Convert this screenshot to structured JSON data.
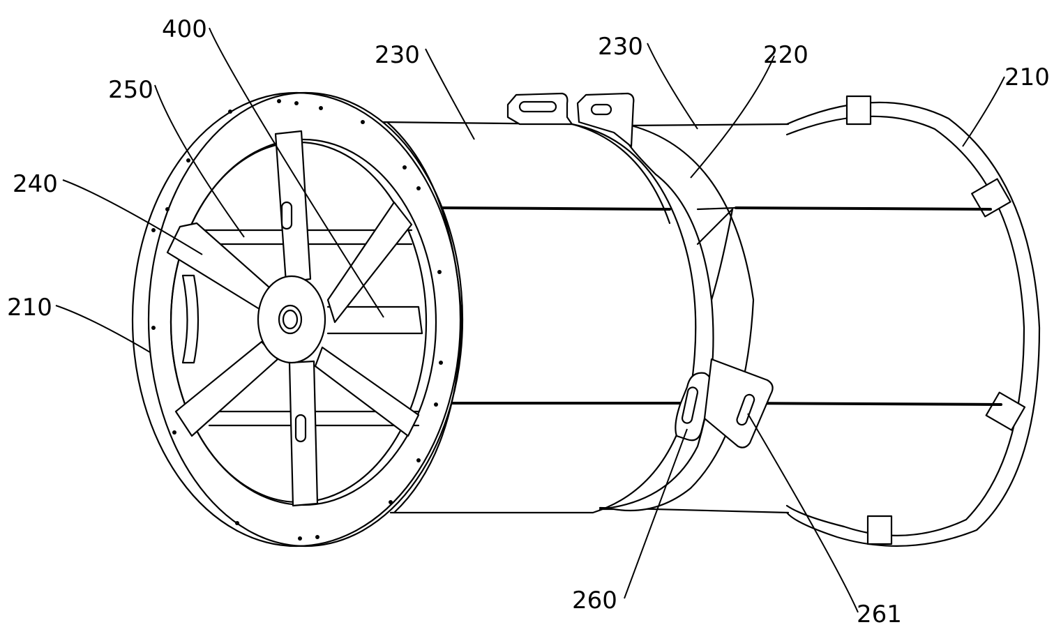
{
  "labels": {
    "l400": "400",
    "l230a": "230",
    "l230b": "230",
    "l220": "220",
    "l210r": "210",
    "l250": "250",
    "l240": "240",
    "l210l": "210",
    "l260": "260",
    "l261": "261"
  },
  "colors": {
    "line": "#000000",
    "background": "#ffffff"
  }
}
